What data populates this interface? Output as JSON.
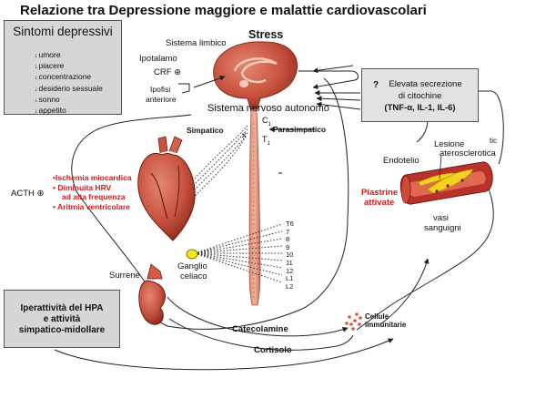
{
  "title": "Relazione tra Depressione maggiore e malattie cardiovascolari",
  "sintomi": {
    "header": "Sintomi depressivi",
    "items": [
      "umore",
      "piacere",
      "concentrazione",
      "desiderio sessuale",
      "sonno",
      "appetito"
    ]
  },
  "brain": {
    "stress": "Stress",
    "sistema_limbico": "Sistema limbico",
    "ipotalamo": "Ipotalamo",
    "crf": "CRF ⊕",
    "ipofisi": "Ipofisi",
    "anteriore": "anteriore",
    "sistema_nervoso": "Sistema nervoso autonomo"
  },
  "spine": {
    "c1": "C",
    "c1_sub": "1",
    "t1": "T",
    "t1_sub": "1",
    "simpatico": "Simpatico",
    "parasimpatico": "Parasimpatico",
    "x_label": "x",
    "levels": [
      "T6",
      "7",
      "8",
      "9",
      "10",
      "11",
      "12",
      "L1",
      "L2"
    ]
  },
  "citochine": {
    "q": "?",
    "line1": "Elevata secrezione",
    "line2": "di citochine",
    "line3": "(TNF-α, IL-1, IL-6)"
  },
  "heart_effects": [
    "Ischemia miocardica",
    "Diminuita HRV",
    "ad alta frequenza",
    "Aritmia ventricolare"
  ],
  "acth": "ACTH ⊕",
  "vessel": {
    "endotelio": "Endotelio",
    "lesione": "Lesione",
    "aterosclerotica": "aterosclerotica",
    "tic": "tic",
    "piastrine": "Piastrine",
    "attivate": "attivate",
    "vasi": "vasi",
    "sanguigni": "sanguigni"
  },
  "ganglio": {
    "line1": "Ganglio",
    "line2": "celiaco"
  },
  "surrene": "Surrene",
  "hpa": {
    "line1": "Iperattività del HPA",
    "line2": "e attività",
    "line3": "simpatico-midollare"
  },
  "catecolamine": "Catecolamine",
  "cortisolo": "Cortisolo",
  "cellule": {
    "line1": "Cellule",
    "line2": "immunitarie"
  },
  "colors": {
    "organ": "#c8523e",
    "organ_dark": "#8e2a1c",
    "vessel_wall": "#b8322a",
    "plaque": "#f2d21f",
    "ganglion": "#f5e61e",
    "effect_text": "#d11a1a",
    "box": "#d6d6d6"
  }
}
